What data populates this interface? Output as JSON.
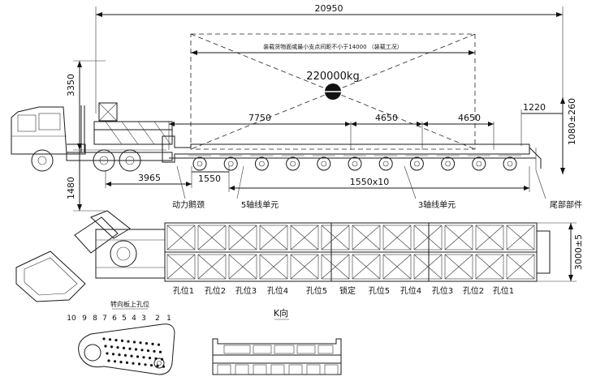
{
  "dimensions": {
    "overall_length": "20950",
    "platform_note": "装载货物面或最小支点间距不小于14000 （装载工况）",
    "load": "220000kg",
    "span_1": "7750",
    "span_2": "4650",
    "span_3": "4650",
    "rear_offset": "1220",
    "deck_height": "1080±260",
    "front_height": "3350",
    "lower_height": "1480",
    "gooseneck_length": "3965",
    "axle_pitch": "1550",
    "axle_total": "1550x10",
    "width": "3000±5"
  },
  "callouts": {
    "gooseneck": "动力鹅颈",
    "axle5": "5轴线单元",
    "axle3": "3轴线单元",
    "tail": "尾部部件"
  },
  "holes": [
    "孔位1",
    "孔位2",
    "孔位3",
    "孔位4",
    "孔位5",
    "锁定",
    "孔位5",
    "孔位4",
    "孔位3",
    "孔位2",
    "孔位1"
  ],
  "views": {
    "k_view": "K向",
    "plate_title": "转向板上孔位",
    "plate_numbers": [
      "10",
      "9",
      "8",
      "7",
      "6",
      "5",
      "4",
      "3",
      "2",
      "1"
    ]
  }
}
